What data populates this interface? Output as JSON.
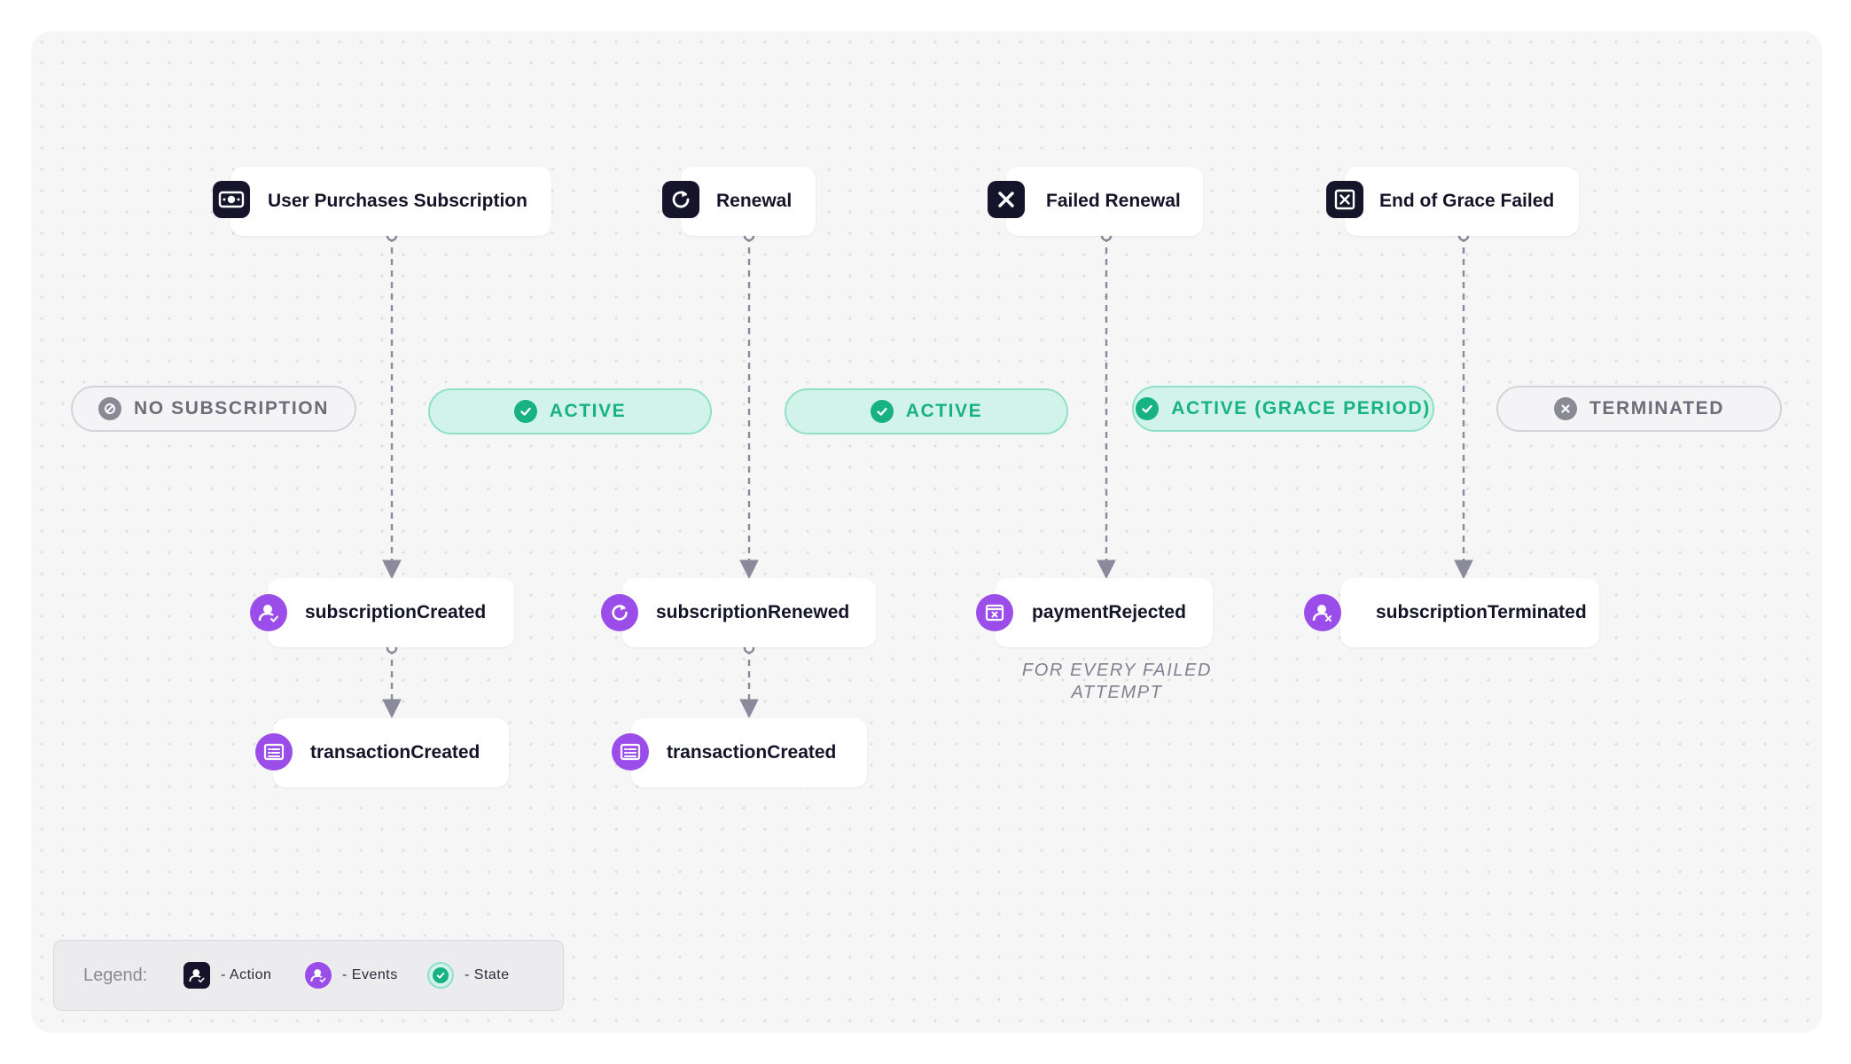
{
  "actions": [
    {
      "label": "User Purchases Subscription",
      "icon": "cash-icon"
    },
    {
      "label": "Renewal",
      "icon": "refresh-icon"
    },
    {
      "label": "Failed Renewal",
      "icon": "close-icon"
    },
    {
      "label": "End of Grace  Failed",
      "icon": "close-square-icon"
    }
  ],
  "states": [
    {
      "label": "NO SUBSCRIPTION",
      "kind": "inactive",
      "icon": "no-entry-icon"
    },
    {
      "label": "ACTIVE",
      "kind": "active",
      "icon": "check-circle-icon"
    },
    {
      "label": "ACTIVE",
      "kind": "active",
      "icon": "check-circle-icon"
    },
    {
      "label": "ACTIVE (GRACE PERIOD)",
      "kind": "active",
      "icon": "check-circle-icon"
    },
    {
      "label": "TERMINATED",
      "kind": "inactive",
      "icon": "x-circle-icon"
    }
  ],
  "events": [
    {
      "label": "subscriptionCreated",
      "icon": "user-check-icon"
    },
    {
      "label": "subscriptionRenewed",
      "icon": "refresh-icon"
    },
    {
      "label": "paymentRejected",
      "icon": "card-reject-icon"
    },
    {
      "label": "subscriptionTerminated",
      "icon": "user-x-icon"
    },
    {
      "label": "transactionCreated",
      "icon": "receipt-icon"
    },
    {
      "label": "transactionCreated",
      "icon": "receipt-icon"
    }
  ],
  "note": {
    "line1": "FOR EVERY FAILED",
    "line2": "ATTEMPT"
  },
  "legend": {
    "title": "Legend:",
    "action": "- Action",
    "events": "- Events",
    "state": "- State"
  },
  "colors": {
    "action_bg": "#15142a",
    "event_bg": "#9b4dea",
    "active_state": "#17b27f",
    "inactive_state": "#8a8a95",
    "connector": "#8a8a9c"
  }
}
